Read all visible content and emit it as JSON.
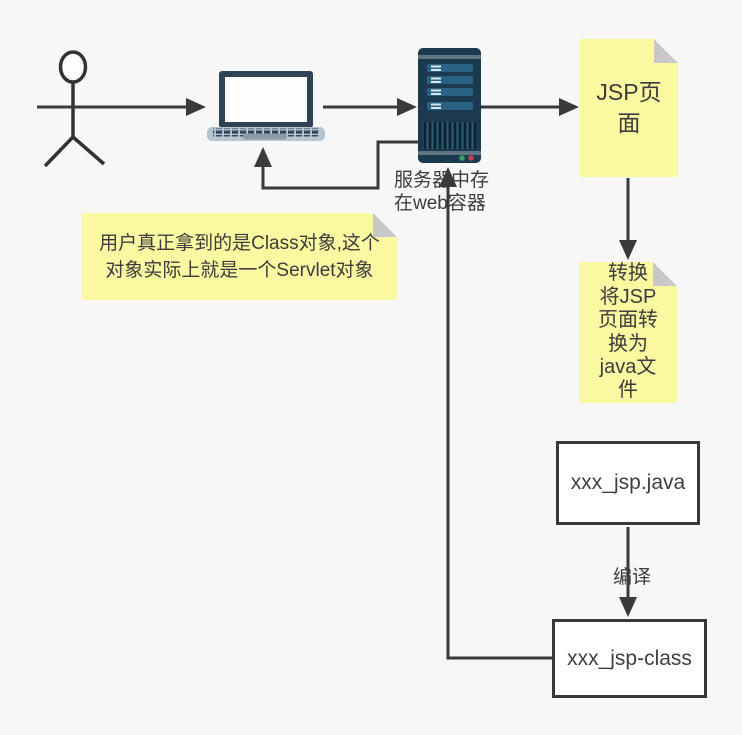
{
  "palette": {
    "background": "#f7f7f7",
    "line": "#3a3a3a",
    "note_bg": "#fbf8a2",
    "note_fold": "#c8c8c8",
    "box_border": "#383838",
    "box_bg": "#ffffff",
    "text": "#3d3d3d",
    "server_body": "#1c3a4f",
    "server_bar": "#2a6283",
    "laptop_bezel": "#2e4356",
    "laptop_base": "#b7c5cf"
  },
  "nodes": {
    "user": {
      "icon": "stick-figure-icon"
    },
    "client": {
      "icon": "laptop-icon"
    },
    "server": {
      "icon": "server-icon",
      "label": "服务器中存\n在web容器"
    },
    "jsp_note": {
      "text": "JSP页\n面"
    },
    "convert_note": {
      "text": "转换\n将JSP\n页面转\n换为\njava文\n件"
    },
    "user_note": {
      "text": "用户真正拿到的是Class对象,这个\n对象实际上就是一个Servlet对象"
    },
    "java_box": {
      "text": "xxx_jsp.java"
    },
    "class_box": {
      "text": "xxx_jsp-class"
    }
  },
  "edges": {
    "compile_label": "编译",
    "flow": [
      "user -> laptop",
      "laptop -> server",
      "server -> jsp-page",
      "jsp-page -> convert",
      "java-file -> class (编译)",
      "class -> server",
      "server -> laptop (return)"
    ]
  }
}
